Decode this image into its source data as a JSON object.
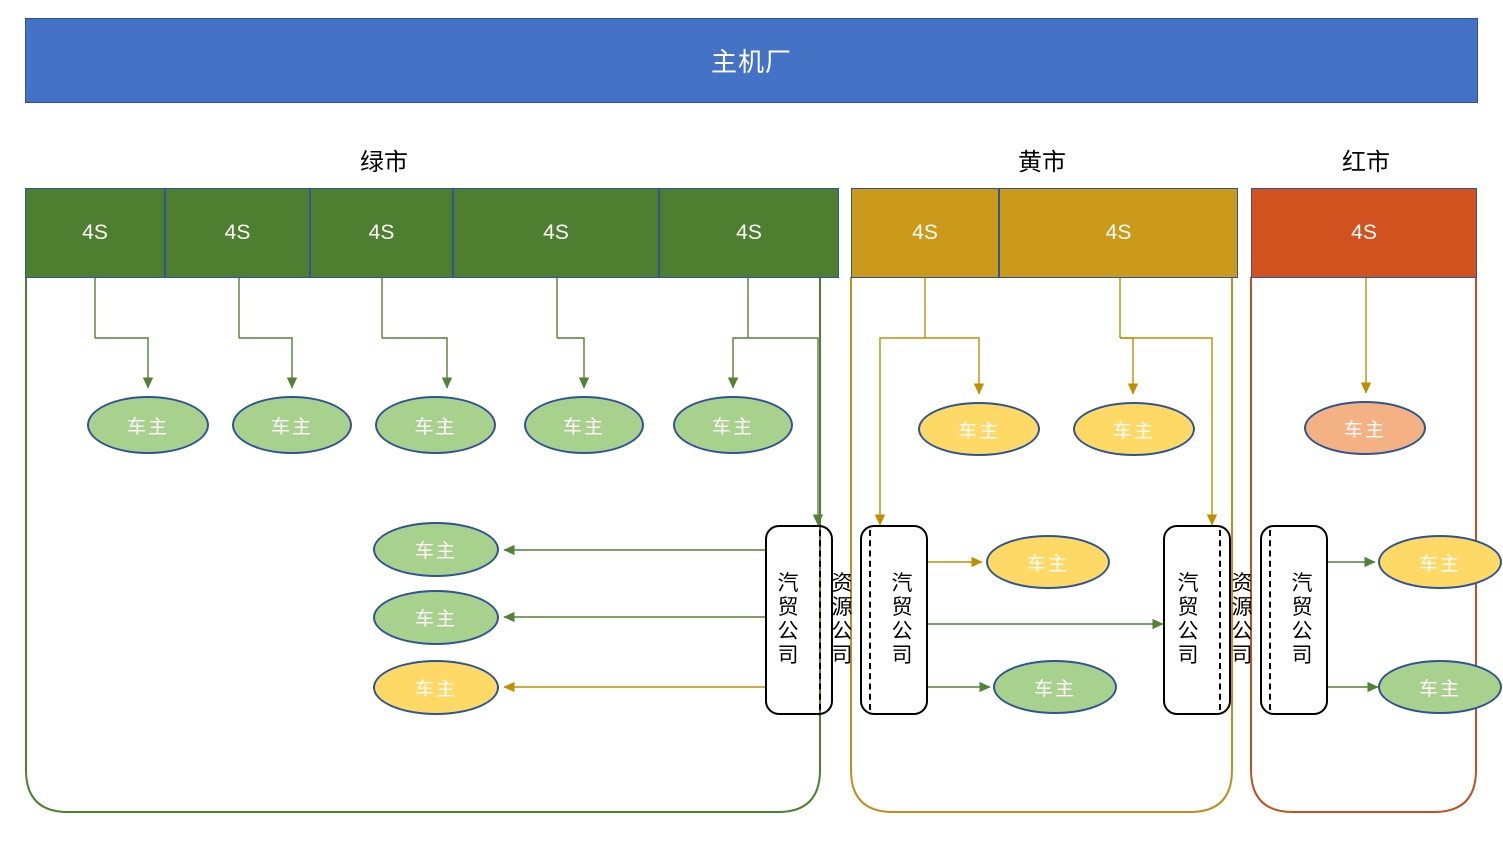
{
  "header": {
    "title": "主机厂",
    "fill_color": "#4472c4",
    "text_color": "#ffffff"
  },
  "cities": [
    {
      "id": "green",
      "label": "绿市",
      "accent_color": "#4e7f31",
      "container_border": "#507e32"
    },
    {
      "id": "yellow",
      "label": "黄市",
      "accent_color": "#cb9a1b",
      "container_border": "#bf8f1b"
    },
    {
      "id": "red",
      "label": "红市",
      "accent_color": "#d2521f",
      "container_border": "#c0501f"
    }
  ],
  "dealers": {
    "label": "4S",
    "green": [
      {
        "label": "4S"
      },
      {
        "label": "4S"
      },
      {
        "label": "4S"
      },
      {
        "label": "4S"
      },
      {
        "label": "4S"
      }
    ],
    "yellow": [
      {
        "label": "4S"
      },
      {
        "label": "4S"
      }
    ],
    "red": [
      {
        "label": "4S"
      }
    ]
  },
  "owner_label": "车主",
  "owners_top": {
    "green": [
      "车主",
      "车主",
      "车主",
      "车主",
      "车主"
    ],
    "yellow": [
      "车主",
      "车主"
    ],
    "red": [
      "车主"
    ]
  },
  "owners_mid": {
    "green_left": [
      "车主",
      "车主",
      "车主"
    ],
    "yellow_mid": [
      "车主",
      "车主"
    ],
    "red_right": [
      "车主",
      "车主"
    ]
  },
  "companies": {
    "trade_label": "汽贸公司",
    "resource_label": "资源公司",
    "trade_chars": [
      "汽",
      "贸",
      "公",
      "司"
    ],
    "resource_chars": [
      "资",
      "源",
      "公",
      "司"
    ],
    "cluster_left": {
      "trade_a": "汽贸公司",
      "resource": "资源公司",
      "trade_b": "汽贸公司"
    },
    "cluster_right": {
      "trade_a": "汽贸公司",
      "resource": "资源公司",
      "trade_b": "汽贸公司"
    }
  },
  "colors": {
    "green_line": "#538135",
    "yellow_line": "#bf8f00",
    "red_line": "#c0501f",
    "ellipse_border": "#2f5496",
    "box_border": "#000000"
  }
}
